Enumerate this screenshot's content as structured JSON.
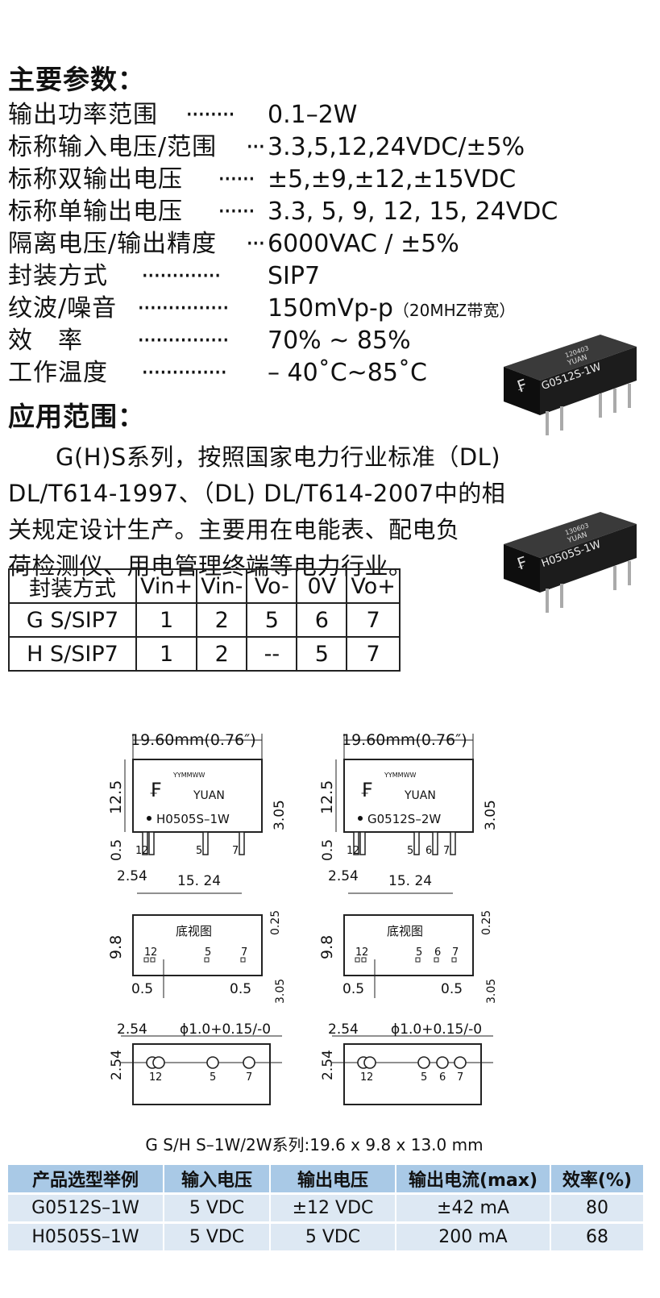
{
  "main_params_title": "主要参数：",
  "params": [
    {
      "label": "输出功率范围",
      "dots": "········",
      "value": "0.1–2W"
    },
    {
      "label": "标称输入电压/范围",
      "dots": "···",
      "value": "3.3,5,12,24VDC/±5%"
    },
    {
      "label": "标称双输出电压",
      "dots": "······",
      "value": "±5,±9,±12,±15VDC"
    },
    {
      "label": "标称单输出电压",
      "dots": "······",
      "value": "3.3, 5, 9, 12, 15, 24VDC"
    },
    {
      "label": "隔离电压/输出精度",
      "dots": "···",
      "value": "6000VAC / ±5%"
    },
    {
      "label": "封装方式",
      "dots": "·············",
      "value": "SIP7"
    },
    {
      "label": "纹波/噪音",
      "dots": "···············",
      "value": "150mVp-p",
      "value_note": "（20MHZ带宽）"
    },
    {
      "label": "效　率",
      "dots": "···············",
      "value": "70% ~ 85%"
    },
    {
      "label": "工作温度",
      "dots": "··············",
      "value": "– 40˚C~85˚C"
    }
  ],
  "application_title": "应用范围：",
  "application_lines": [
    "　　G(H)S系列，按照国家电力行业标准（DL)",
    "DL/T614-1997、（DL) DL/T614-2007中的相",
    "关规定设计生产。主要用在电能表、配电负",
    "荷检测仪、用电管理终端等电力行业。"
  ],
  "pin_table": {
    "headers": [
      "封装方式",
      "Vin+",
      "Vin-",
      "Vo-",
      "0V",
      "Vo+"
    ],
    "rows": [
      [
        "G S/SIP7",
        "1",
        "2",
        "5",
        "6",
        "7"
      ],
      [
        "H S/SIP7",
        "1",
        "2",
        "--",
        "5",
        "7"
      ]
    ]
  },
  "photos": [
    {
      "model": "G0512S-1W",
      "date": "120403",
      "brand": "YUAN"
    },
    {
      "model": "H0505S-1W",
      "date": "130603",
      "brand": "YUAN"
    }
  ],
  "drawings": [
    {
      "width_label": "19.60mm(0.76″)",
      "height_label": "12.5",
      "pin_height": "3.05",
      "lead_label": "0.5",
      "brand": "YUAN",
      "date_code": "YYMMWW",
      "model": "H0505S–1W",
      "top_pins": [
        "1",
        "2",
        "5",
        "7"
      ],
      "pitch": "2.54",
      "span": "15. 24",
      "bottom_title": "底视图",
      "bottom_height": "9.8",
      "bottom_offset": "0.25",
      "bottom_pins": [
        "1",
        "2",
        "5",
        "7"
      ],
      "left_gap": "0.5",
      "right_gap": "0.5",
      "bottom_lead": "3.05",
      "footprint_pitch": "2.54",
      "hole_label": "ϕ1.0+0.15/-0",
      "footprint_height": "2.54",
      "footprint_pins": [
        "1",
        "2",
        "5",
        "7"
      ]
    },
    {
      "width_label": "19.60mm(0.76″)",
      "height_label": "12.5",
      "pin_height": "3.05",
      "lead_label": "0.5",
      "brand": "YUAN",
      "date_code": "YYMMWW",
      "model": "G0512S–2W",
      "top_pins": [
        "1",
        "2",
        "5",
        "6",
        "7"
      ],
      "pitch": "2.54",
      "span": "15. 24",
      "bottom_title": "底视图",
      "bottom_height": "9.8",
      "bottom_offset": "0.25",
      "bottom_pins": [
        "1",
        "2",
        "5",
        "6",
        "7"
      ],
      "left_gap": "0.5",
      "right_gap": "0.5",
      "bottom_lead": "3.05",
      "footprint_pitch": "2.54",
      "hole_label": "ϕ1.0+0.15/-0",
      "footprint_height": "2.54",
      "footprint_pins": [
        "1",
        "2",
        "5",
        "6",
        "7"
      ]
    }
  ],
  "series_caption": "G S/H S–1W/2W系列:19.6 x 9.8 x 13.0 mm",
  "spec_table": {
    "headers": [
      "产品选型举例",
      "输入电压",
      "输出电压",
      "输出电流(max)",
      "效率(%)"
    ],
    "rows": [
      [
        "G0512S–1W",
        "5 VDC",
        "±12 VDC",
        "±42 mA",
        "80"
      ],
      [
        "H0505S–1W",
        "5 VDC",
        "5 VDC",
        "200 mA",
        "68"
      ]
    ]
  }
}
